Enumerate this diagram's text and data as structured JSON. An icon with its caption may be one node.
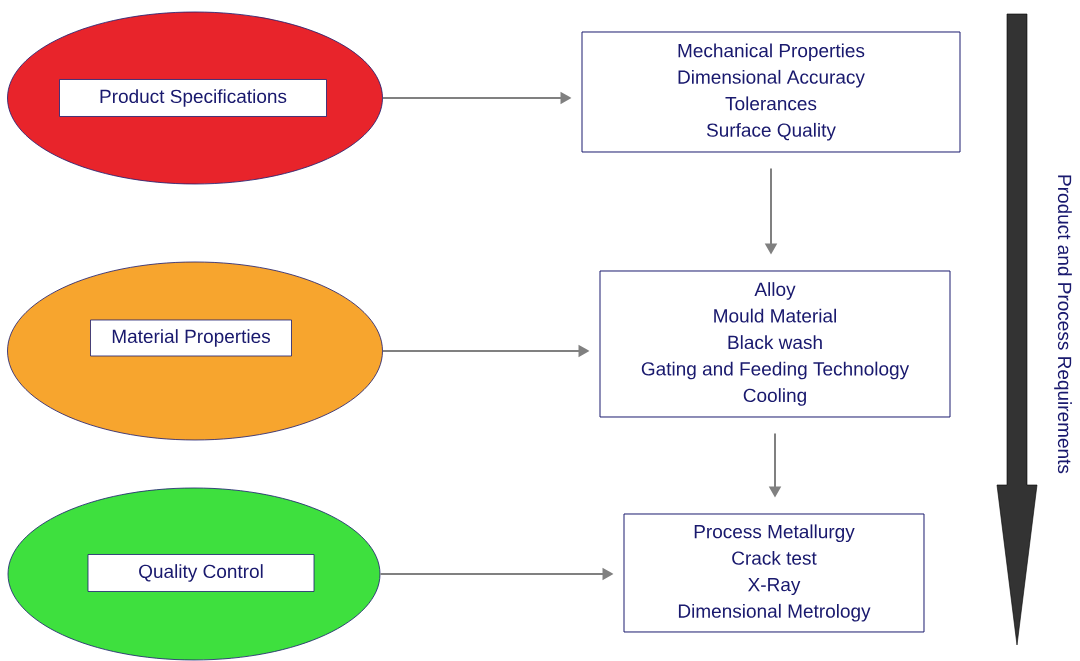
{
  "diagram": {
    "nodes": [
      {
        "text": [],
        "shape": "ellipse"
      },
      {
        "text": [
          "Product Specifications"
        ],
        "in": 0
      },
      {
        "text": [
          "Mechanical Properties",
          "Dimensional Accuracy",
          "Tolerances",
          "Surface Quality"
        ]
      },
      {
        "text": [],
        "shape": "ellipse"
      },
      {
        "text": [
          "Material Properties"
        ],
        "in": 3
      },
      {
        "text": [
          "Alloy",
          "Mould Material",
          "Black wash",
          "Gating and Feeding Technology",
          "Cooling"
        ]
      },
      {
        "text": [],
        "shape": "ellipse"
      },
      {
        "text": [
          "Quality Control"
        ],
        "in": 6
      },
      {
        "text": [
          "Process Metallurgy",
          "Crack test",
          "X-Ray",
          "Dimensional Metrology"
        ]
      }
    ],
    "edges": [
      {
        "from": 0,
        "to": 2,
        "arrow": "to"
      },
      {
        "from": 2,
        "to": 5,
        "arrow": "to"
      },
      {
        "from": 3,
        "to": 5,
        "arrow": "to"
      },
      {
        "from": 5,
        "to": 8,
        "arrow": "to"
      },
      {
        "from": 6,
        "to": 8,
        "arrow": "to"
      }
    ],
    "labels": [
      "Product and Process Requirements"
    ]
  }
}
